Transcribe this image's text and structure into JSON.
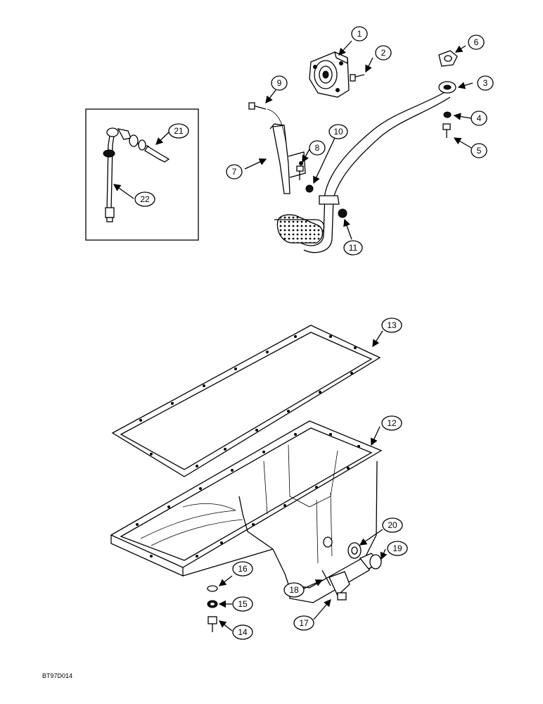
{
  "drawing_code": "BT97D014",
  "callouts": {
    "c1": "1",
    "c2": "2",
    "c3": "3",
    "c4": "4",
    "c5": "5",
    "c6": "6",
    "c7": "7",
    "c8": "8",
    "c9": "9",
    "c10": "10",
    "c11": "11",
    "c12": "12",
    "c13": "13",
    "c14": "14",
    "c15": "15",
    "c16": "16",
    "c17": "17",
    "c18": "18",
    "c19": "19",
    "c20": "20",
    "c21": "21",
    "c22": "22"
  }
}
